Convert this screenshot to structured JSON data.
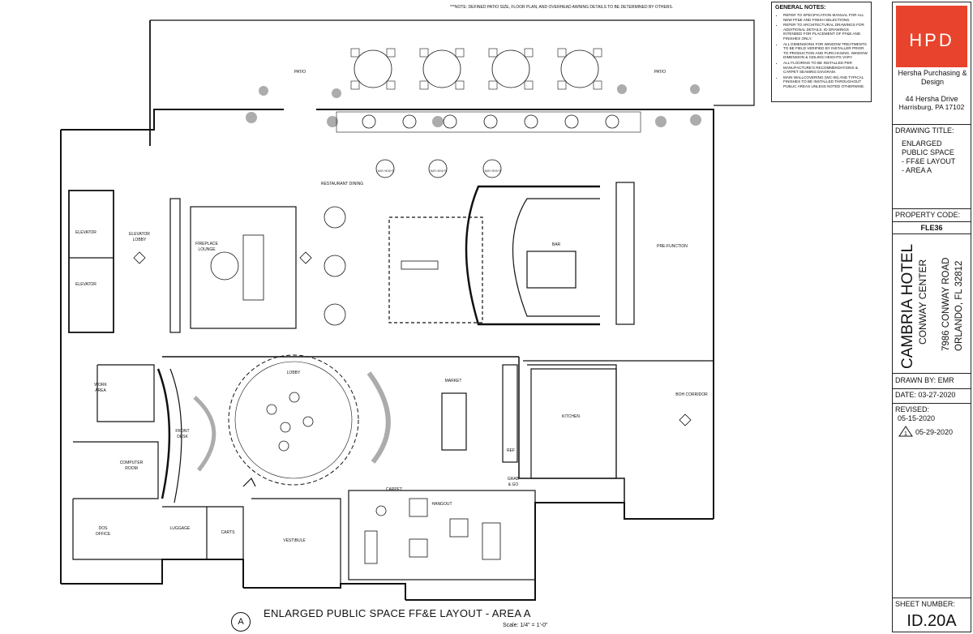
{
  "sheet": {
    "general_notes_title": "GENERAL NOTES:",
    "general_notes": [
      "REFER TO SPECIFICATION MANUAL FOR ALL NEW FF&E AND FINISH SELECTIONS.",
      "REFER TO ARCHITECTURAL DRAWINGS FOR ADDITIONAL DETAILS. ID DRAWINGS INTENDED FOR PLACEMENT OF FF&E AND FINISHES ONLY.",
      "ALL DIMENSIONS FOR WINDOW TREATMENTS TO BE FIELD VERIFIED BY INSTALLER PRIOR TO PRODUCTION AND PURCHASING. WINDOW DIMENSION & CEILING HEIGHTS VARY.",
      "ALL FLOORING TO BE INSTALLED PER MANUFACTURE'S RECOMMENDATIONS & CARPET SEAMING DIAGRAM.",
      "MAIN WALLCOVERING (WC-06) AND TYPICAL FINISHES TO BE INSTALLED THROUGHOUT PUBLIC AREAS UNLESS NOTED OTHERWISE."
    ],
    "patio_note": "***NOTE: DEFINED PATIO SIZE, FLOOR PLAN, AND OVERHEAD AWNING DETAILS TO BE DETERMINED BY OTHERS.",
    "drawing_heading": "ENLARGED PUBLIC SPACE FF&E LAYOUT - AREA A",
    "callout": "A",
    "scale": "Scale: 1/4\" = 1'-0\""
  },
  "title_block": {
    "logo": "HPD",
    "company": "Hersha Purchasing & Design",
    "address_1": "44 Hersha Drive",
    "address_2": "Harrisburg, PA 17102",
    "drawing_title_label": "DRAWING TITLE:",
    "drawing_title_lines": [
      "ENLARGED",
      "PUBLIC SPACE",
      "- FF&E LAYOUT",
      "- AREA A"
    ],
    "property_code_label": "PROPERTY CODE:",
    "property_code": "FLE36",
    "hotel": "CAMBRIA HOTEL",
    "hotel_sub": "CONWAY CENTER",
    "street": "7986 CONWAY ROAD",
    "city": "ORLANDO, FL 32812",
    "drawn_by": "DRAWN BY: EMR",
    "date": "DATE: 03-27-2020",
    "revised_label": "REVISED:",
    "revised_1": "05-15-2020",
    "rev_mark": "1",
    "revised_2": "05-29-2020",
    "sheet_number_label": "SHEET NUMBER:",
    "sheet_number": "ID.20A"
  },
  "rooms": {
    "patio_left": "PATIO",
    "patio_right": "PATIO",
    "restaurant": "RESTAURANT DINING",
    "fireplace": "FIREPLACE",
    "lounge": "LOUNGE",
    "elevator_lobby_1": "ELEVATOR",
    "elevator_lobby_2": "LOBBY",
    "elevator_a": "ELEVATOR",
    "elevator_b": "ELEVATOR",
    "bar": "BAR",
    "pre_function": "PRE-FUNCTION",
    "lobby": "LOBBY",
    "market": "MARKET",
    "kitchen": "KITCHEN",
    "boh": "BOH CORRIDOR",
    "work_1": "WORK",
    "work_2": "AREA",
    "front_1": "FRONT",
    "front_2": "DESK",
    "computer_1": "COMPUTER",
    "computer_2": "ROOM",
    "dos_1": "DOS",
    "dos_2": "OFFICE",
    "luggage": "LUGGAGE",
    "carts": "CARTS",
    "vestibule": "VESTIBULE",
    "hangout": "HANGOUT",
    "ref": "REF",
    "grab_1": "GRAB",
    "grab_2": "& GO",
    "carpet": "CARPET",
    "bar_height_1": "BAR HEIGHT",
    "bar_height_2": "BAR HEIGHT",
    "bar_height_3": "BAR HEIGHT"
  }
}
